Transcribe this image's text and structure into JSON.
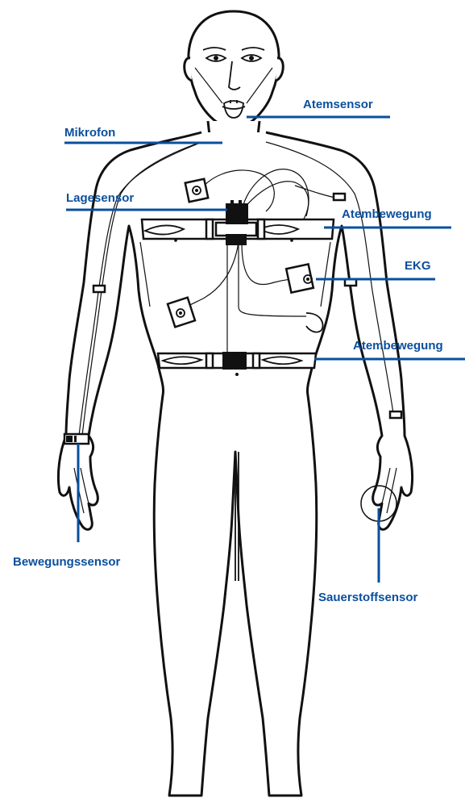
{
  "labels": {
    "atemsensor": "Atemsensor",
    "mikrofon": "Mikrofon",
    "lagesensor": "Lagesensor",
    "atembewegung_upper": "Atembewegung",
    "ekg": "EKG",
    "atembewegung_lower": "Atembewegung",
    "bewegungssensor": "Bewegungssensor",
    "sauerstoffsensor": "Sauerstoffsensor"
  },
  "colors": {
    "label": "#0a4f9e",
    "outline": "#111111",
    "background": "#ffffff"
  }
}
